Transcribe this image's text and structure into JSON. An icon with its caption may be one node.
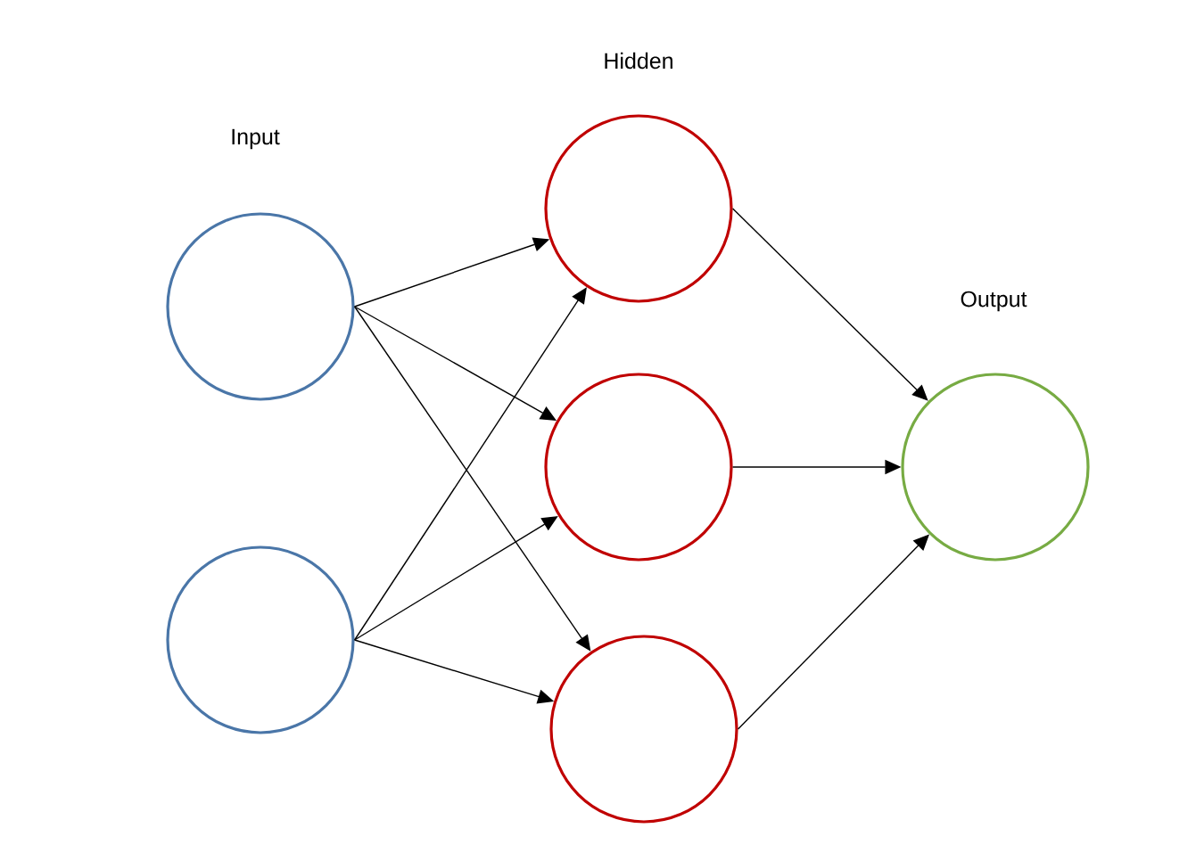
{
  "diagram": {
    "nodes": [
      {
        "text": [],
        "shape": "circle"
      },
      {
        "text": [],
        "shape": "circle"
      },
      {
        "text": [],
        "shape": "circle"
      },
      {
        "text": [],
        "shape": "circle"
      },
      {
        "text": [],
        "shape": "circle"
      },
      {
        "text": [],
        "shape": "circle"
      }
    ],
    "edges": [
      {
        "from": 0,
        "to": 2,
        "arrow": "to"
      },
      {
        "from": 0,
        "to": 3,
        "arrow": "to"
      },
      {
        "from": 0,
        "to": 4,
        "arrow": "to"
      },
      {
        "from": 1,
        "to": 2,
        "arrow": "to"
      },
      {
        "from": 1,
        "to": 3,
        "arrow": "to"
      },
      {
        "from": 1,
        "to": 4,
        "arrow": "to"
      },
      {
        "from": 2,
        "to": 5,
        "arrow": "to"
      },
      {
        "from": 3,
        "to": 5,
        "arrow": "to"
      },
      {
        "from": 4,
        "to": 5,
        "arrow": "to"
      }
    ],
    "labels": [
      "Hidden",
      "Input",
      "Output"
    ]
  }
}
